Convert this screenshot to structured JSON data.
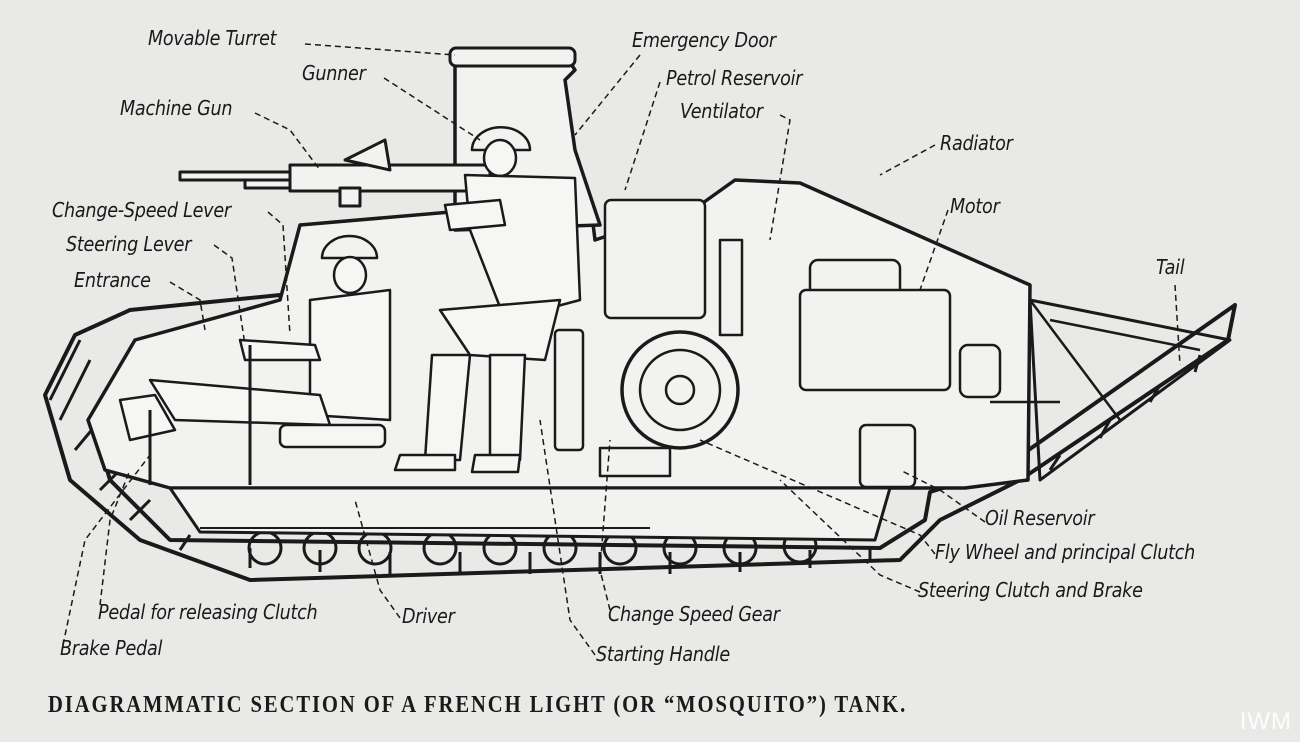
{
  "labels": {
    "movable_turret": "Movable Turret",
    "gunner": "Gunner",
    "machine_gun": "Machine Gun",
    "change_speed_lever": "Change-Speed Lever",
    "steering_lever": "Steering Lever",
    "entrance": "Entrance",
    "emergency_door": "Emergency Door",
    "petrol_reservoir": "Petrol Reservoir",
    "ventilator": "Ventilator",
    "radiator": "Radiator",
    "motor": "Motor",
    "tail": "Tail",
    "oil_reservoir": "Oil Reservoir",
    "fly_wheel": "Fly Wheel and principal Clutch",
    "steering_clutch": "Steering Clutch and Brake",
    "change_speed_gear": "Change Speed Gear",
    "starting_handle": "Starting Handle",
    "driver": "Driver",
    "pedal_releasing_clutch": "Pedal for releasing Clutch",
    "brake_pedal": "Brake Pedal"
  },
  "caption": "DIAGRAMMATIC SECTION OF A FRENCH LIGHT (OR “MOSQUITO”) TANK.",
  "watermark": "IWM",
  "colors": {
    "paper": "#e9e9e7",
    "ink": "#1a1a1a",
    "track": "#2a2a2a",
    "body": "#f2f2f0"
  }
}
